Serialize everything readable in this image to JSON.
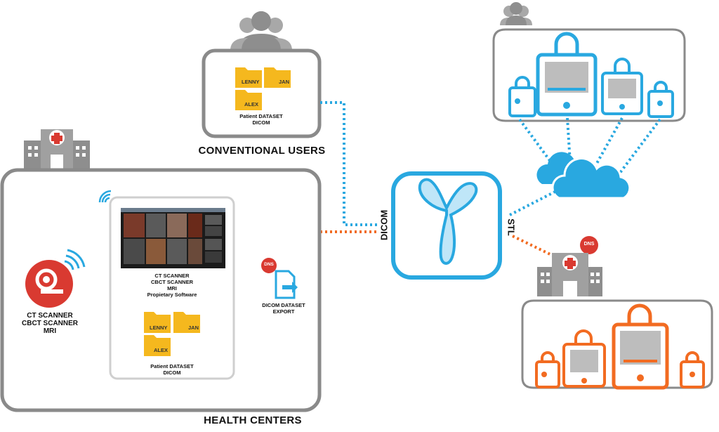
{
  "labels": {
    "conventional_users": "CONVENTIONAL USERS",
    "health_centers": "HEALTH CENTERS",
    "dicom": "DICOM",
    "stl": "STL",
    "dns_top": "DNS",
    "dns_hospital": "DNS"
  },
  "conventional_box": {
    "folders": [
      "LENNY",
      "JAN",
      "ALEX"
    ],
    "caption_line1": "Patient DATASET",
    "caption_line2": "DICOM"
  },
  "health_center_box": {
    "scanner_line1": "CT SCANNER",
    "scanner_line2": "CBCT SCANNER",
    "scanner_line3": "MRI",
    "software_line1": "CT SCANNER",
    "software_line2": "CBCT SCANNER",
    "software_line3": "MRI",
    "software_line4": "Propietary Software",
    "folders": [
      "LENNY",
      "JAN",
      "ALEX"
    ],
    "caption_line1": "Patient DATASET",
    "caption_line2": "DICOM",
    "export_line1": "DICOM DATASET",
    "export_line2": "EXPORT"
  },
  "colors": {
    "gray": "#9a9a9a",
    "dark_gray": "#6e6e6e",
    "blue": "#29a8e0",
    "orange": "#f26b21",
    "red": "#d93a31",
    "folder": "#f5b81e"
  }
}
